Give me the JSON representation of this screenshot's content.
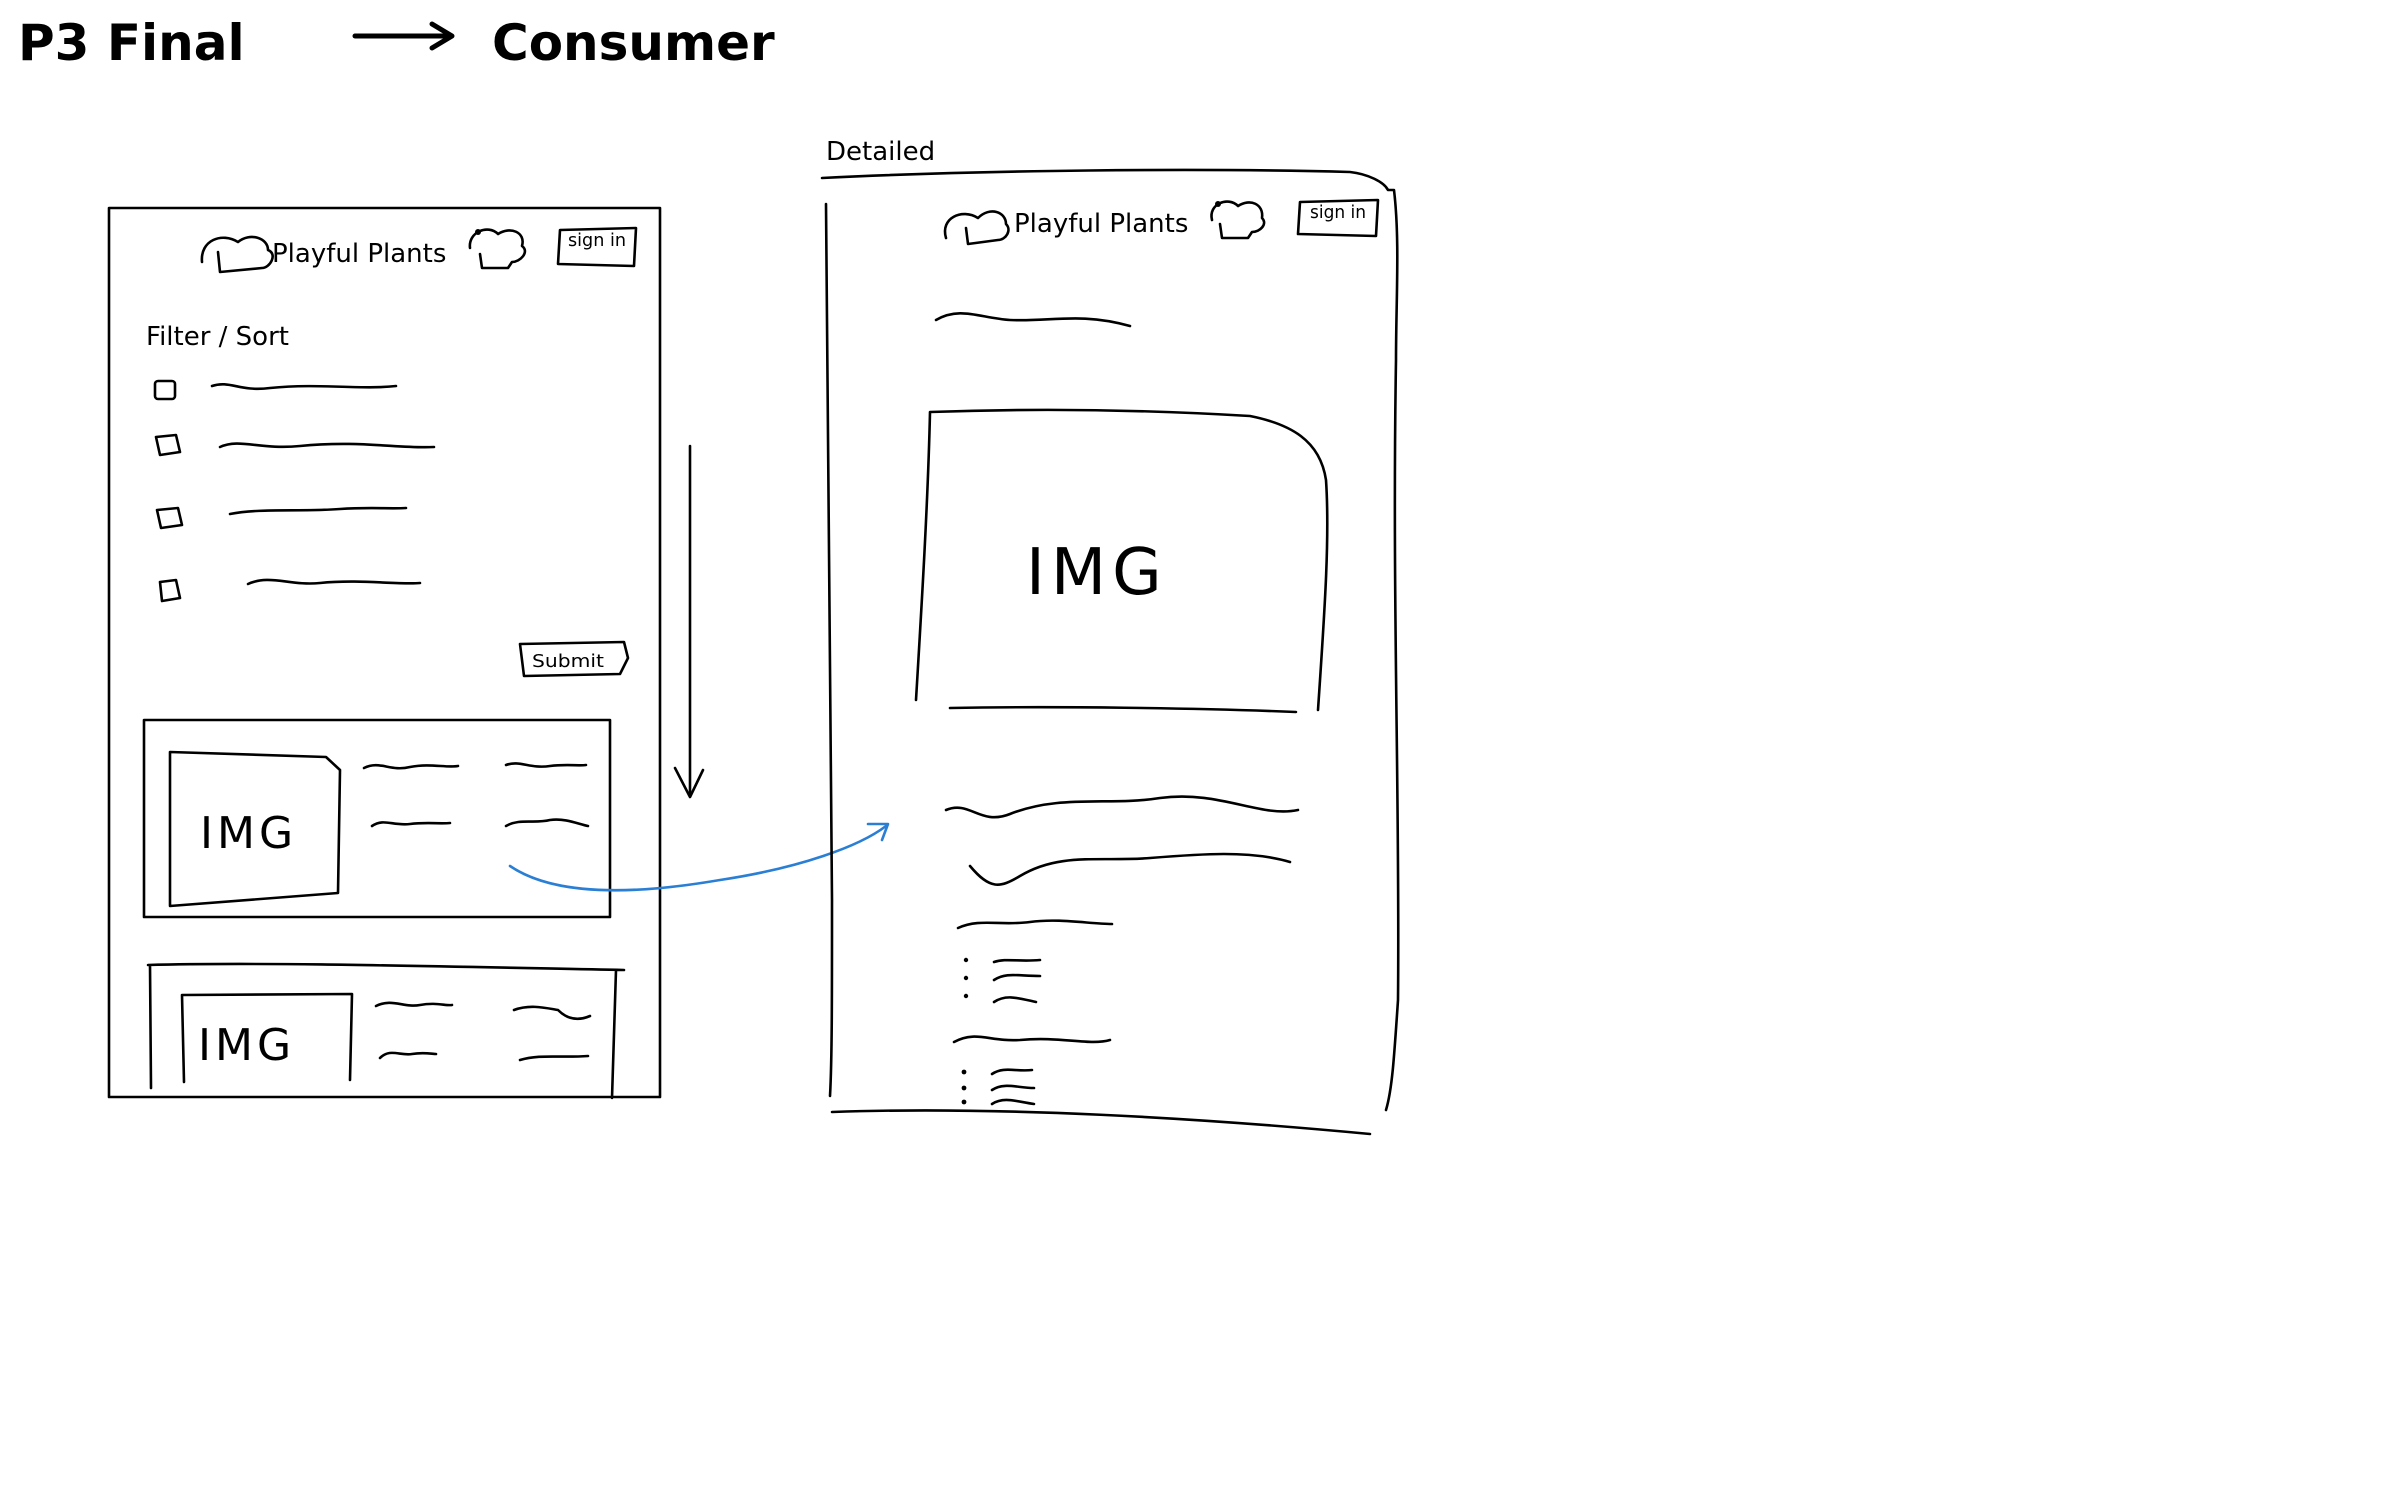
{
  "title": {
    "left": "P3 Final",
    "right": "Consumer"
  },
  "list_page": {
    "brand": "Playful Plants",
    "sign_in": "sign in",
    "filter_label": "Filter / Sort",
    "submit": "Submit",
    "card1_img": "IMG",
    "card2_img": "IMG"
  },
  "detail_page": {
    "heading": "Detailed",
    "brand": "Playful Plants",
    "sign_in": "sign in",
    "main_img": "IMG"
  },
  "colors": {
    "ink": "#000000",
    "flow_arrow": "#2a7fd4"
  }
}
